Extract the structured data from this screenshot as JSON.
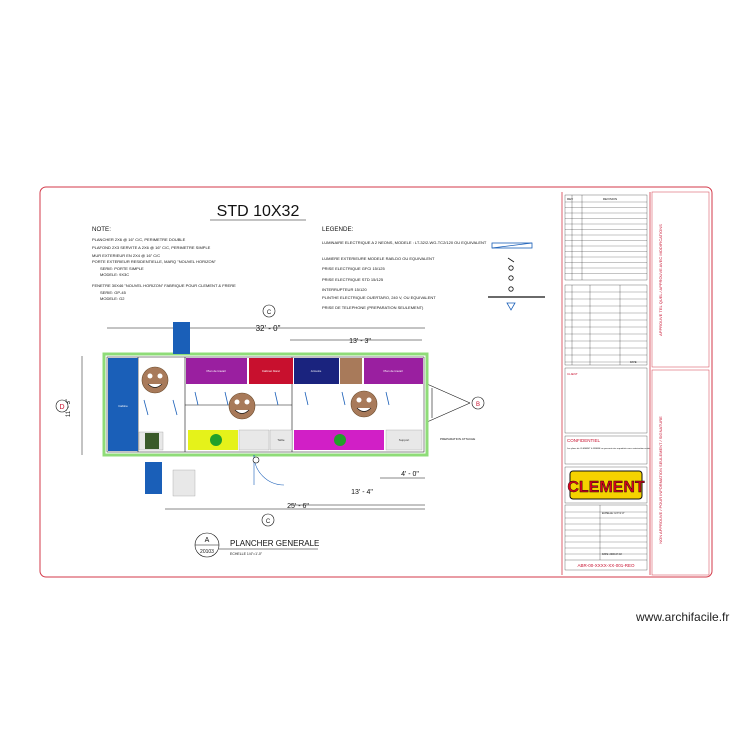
{
  "title": "STD 10X32",
  "notes": {
    "heading": "NOTE:",
    "lines": [
      "PLANCHER 2X6 @ 16\" C/C, PERIMETRE DOUBLE",
      "PLAFOND 2X3 SERVITE A 2X6 @ 16\" C/C, PERIMETRE SIMPLE",
      "MUR EXTERIEUR EN 2X4 @ 16\" C/C",
      "PORTE EXTERIEUR RESIDENTIELLE, MARQ \"NOUVEL HORIZON\"",
      "SERIE: PORTE SIMPLE",
      "MODELE: 9X3C",
      "FENETRE 30X46 \"NOUVEL HORIZON\" FABRIQUE POUR CLEMENT & FRERE",
      "SERIE: GP-45",
      "MODELE: G2"
    ]
  },
  "legend": {
    "heading": "LEGENDE:",
    "items": [
      "LUMINAIRE ELECTRIQUE A 2 NEONS, MODELE : LT-32/2-WG-TC2/120 OU EQUIVALENT",
      "LUMIERE EXTERIEURE MODELE RAB-DO OU EQUIVALENT",
      "PRISE ELECTRIQUE GFCI 15/125",
      "PRISE ELECTRIQUE STD 15/125",
      "INTERRUPTEUR 15/120",
      "PLINTHE ELECTRIQUE OUERTARO, 240 V, OU EQUIVALENT",
      "PRISE DE TELEPHONE (PREPARATION SEULEMENT)"
    ]
  },
  "dimensions": {
    "overall_top": "32' - 0\"",
    "inner_top": "13' - 3\"",
    "overall_bottom": "25' - 6\"",
    "mid_bottom": "13' - 4\"",
    "small_bottom": "4' - 0\"",
    "depth_left": "11' - 3\""
  },
  "markers": {
    "left": "D",
    "top": "C",
    "right": "B",
    "bottom": "C",
    "section_letter": "A",
    "section_sheet": "20103"
  },
  "plan_labels": {
    "caption": "PLANCHER GENERALE",
    "caption_sub": "ECHELLE 1/4\"=1'-0\"",
    "hitch_note": "PREPARATION ATTACHE",
    "label_a": "Cabine",
    "label_b": "Table",
    "label_c": "Plan de travail",
    "label_d": "Cabinet blanc",
    "label_e": "Armoire",
    "label_f": "Support"
  },
  "title_block": {
    "revision_header": "REVISION",
    "rev_col": "REV",
    "date_col": "DATE",
    "client_label": "CLIENT",
    "confidential_heading": "CONFIDENTIEL",
    "confidential_text": "Les plans de CLEMENT & FRERE ne peuvent etre reproduits sans autorisation ecrite.",
    "logo_text": "CLEMENT",
    "drawing_number": "ABR-00-XXXX-XX-001-REO",
    "scale_label": "ECHELLE: 1/4\"=1'-0\"",
    "date_label": "DATE: 2006-07-18"
  },
  "side_strip": {
    "top": "APPROUVE TEL QUEL / APPROUVE AVEC MODIFICATIONS",
    "bottom": "NON APPROUVE / POUR INFORMATION SEULEMENT / SIGNATURE"
  },
  "watermark": "www.archifacile.fr",
  "colors": {
    "frame": "#d33a4a",
    "purple": "#9a1fa0",
    "red": "#c8102e",
    "navy": "#1a237e",
    "magenta": "#d11fc6",
    "blue": "#1a5fb8",
    "yellow": "#e5f21a",
    "green": "#22a02a",
    "brown": "#a87a5a",
    "wall_green": "#8fdc78",
    "logo_bg": "#f5d200",
    "logo_text": "#d6001c"
  }
}
